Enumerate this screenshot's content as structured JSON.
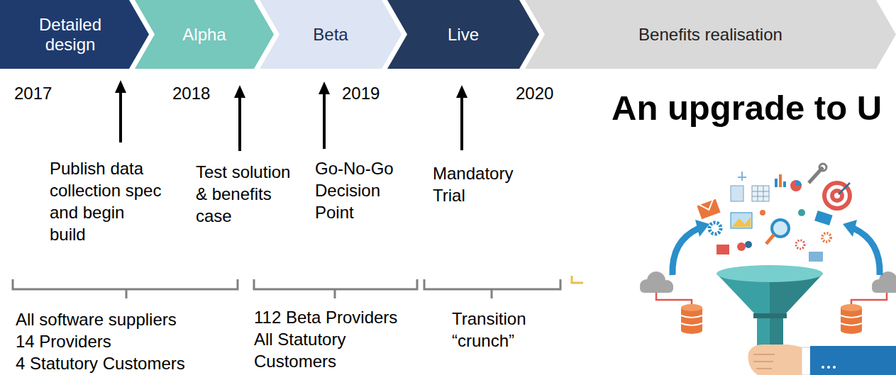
{
  "diagram": {
    "title": "An upgrade to U",
    "nodes": [
      {
        "text": [
          "Detailed design"
        ]
      },
      {
        "text": [
          "Alpha"
        ]
      },
      {
        "text": [
          "Beta"
        ]
      },
      {
        "text": [
          "Live"
        ]
      },
      {
        "text": [
          "Benefits realisation"
        ]
      }
    ],
    "labels": [
      "2017",
      "2018",
      "2019",
      "2020",
      "Publish data collection spec and begin build",
      "Test solution & benefits case",
      "Go-No-Go Decision Point",
      "Mandatory Trial",
      "All software suppliers",
      "14 Providers",
      "4 Statutory Customers",
      "112 Beta Providers",
      "All Statutory Customers",
      "Transition “crunch”"
    ]
  }
}
